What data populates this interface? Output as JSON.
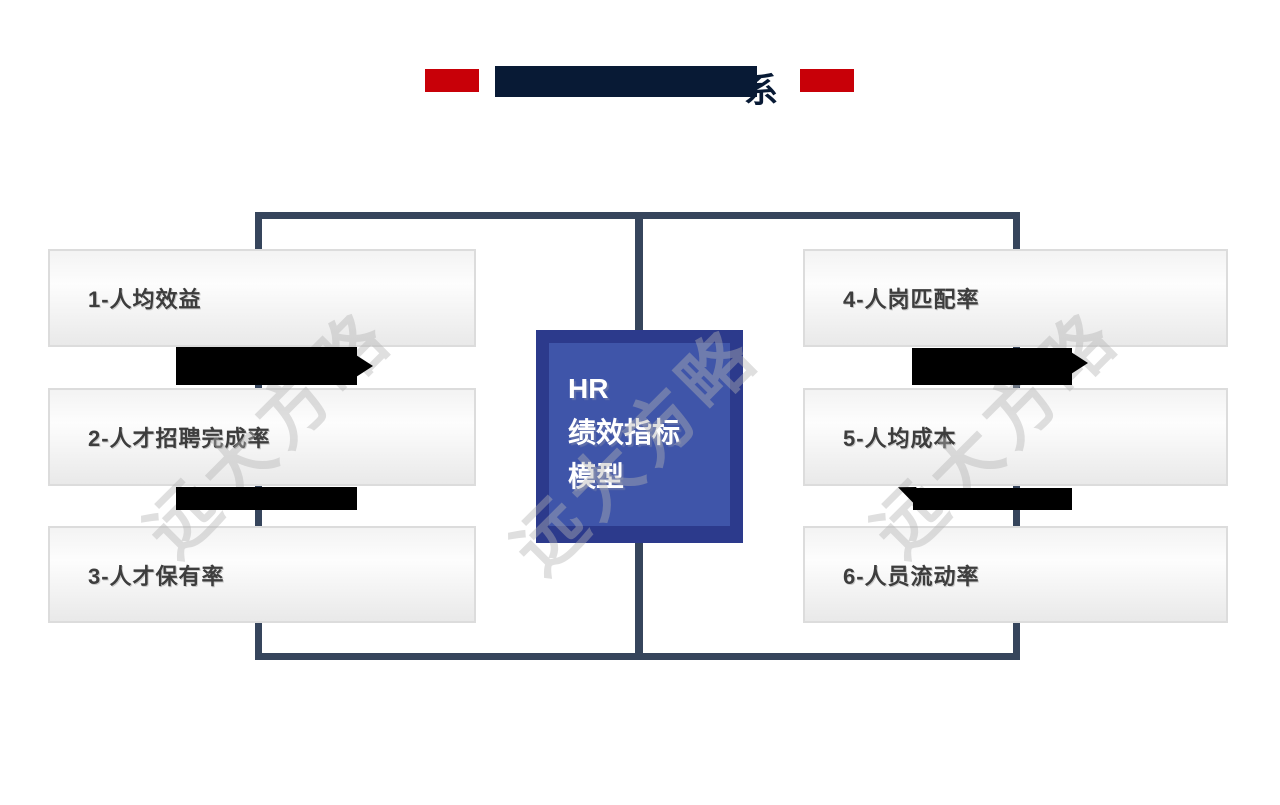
{
  "title": {
    "visible_suffix": "系"
  },
  "center_box": {
    "line1": "HR",
    "line2": "绩效指标",
    "line3": "模型"
  },
  "left_boxes": [
    {
      "label": "1-人均效益"
    },
    {
      "label": "2-人才招聘完成率"
    },
    {
      "label": "3-人才保有率"
    }
  ],
  "right_boxes": [
    {
      "label": "4-人岗匹配率"
    },
    {
      "label": "5-人均成本"
    },
    {
      "label": "6-人员流动率"
    }
  ],
  "watermark": {
    "text": "远大方略"
  },
  "colors": {
    "accent_red": "#c80008",
    "title_navy": "#081a35",
    "connector_slate": "#36455c",
    "center_blue_outer": "#2c3a8c",
    "center_blue_inner": "#3f55a9",
    "box_border": "#dcdcdc",
    "box_text": "#3d3d3d"
  }
}
